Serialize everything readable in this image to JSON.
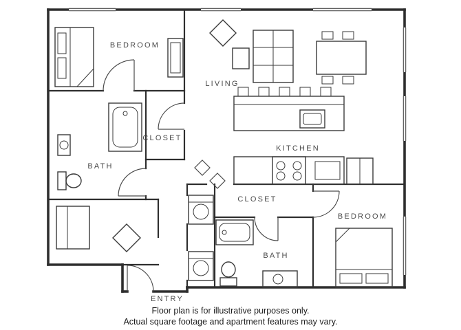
{
  "page": {
    "background": "#ffffff",
    "wall_color": "#2e2e2e",
    "label_color": "#4a4a4a"
  },
  "floor_plan": {
    "labels": {
      "bedroom1": "BEDROOM",
      "living": "LIVING",
      "closet1": "CLOSET",
      "bath1": "BATH",
      "kitchen": "KITCHEN",
      "closet2": "CLOSET",
      "bedroom2": "BEDROOM",
      "bath2": "BATH",
      "entry": "ENTRY"
    },
    "disclaimer": {
      "line1": "Floor plan is for illustrative purposes only.",
      "line2": "Actual square footage and apartment features may vary."
    }
  }
}
